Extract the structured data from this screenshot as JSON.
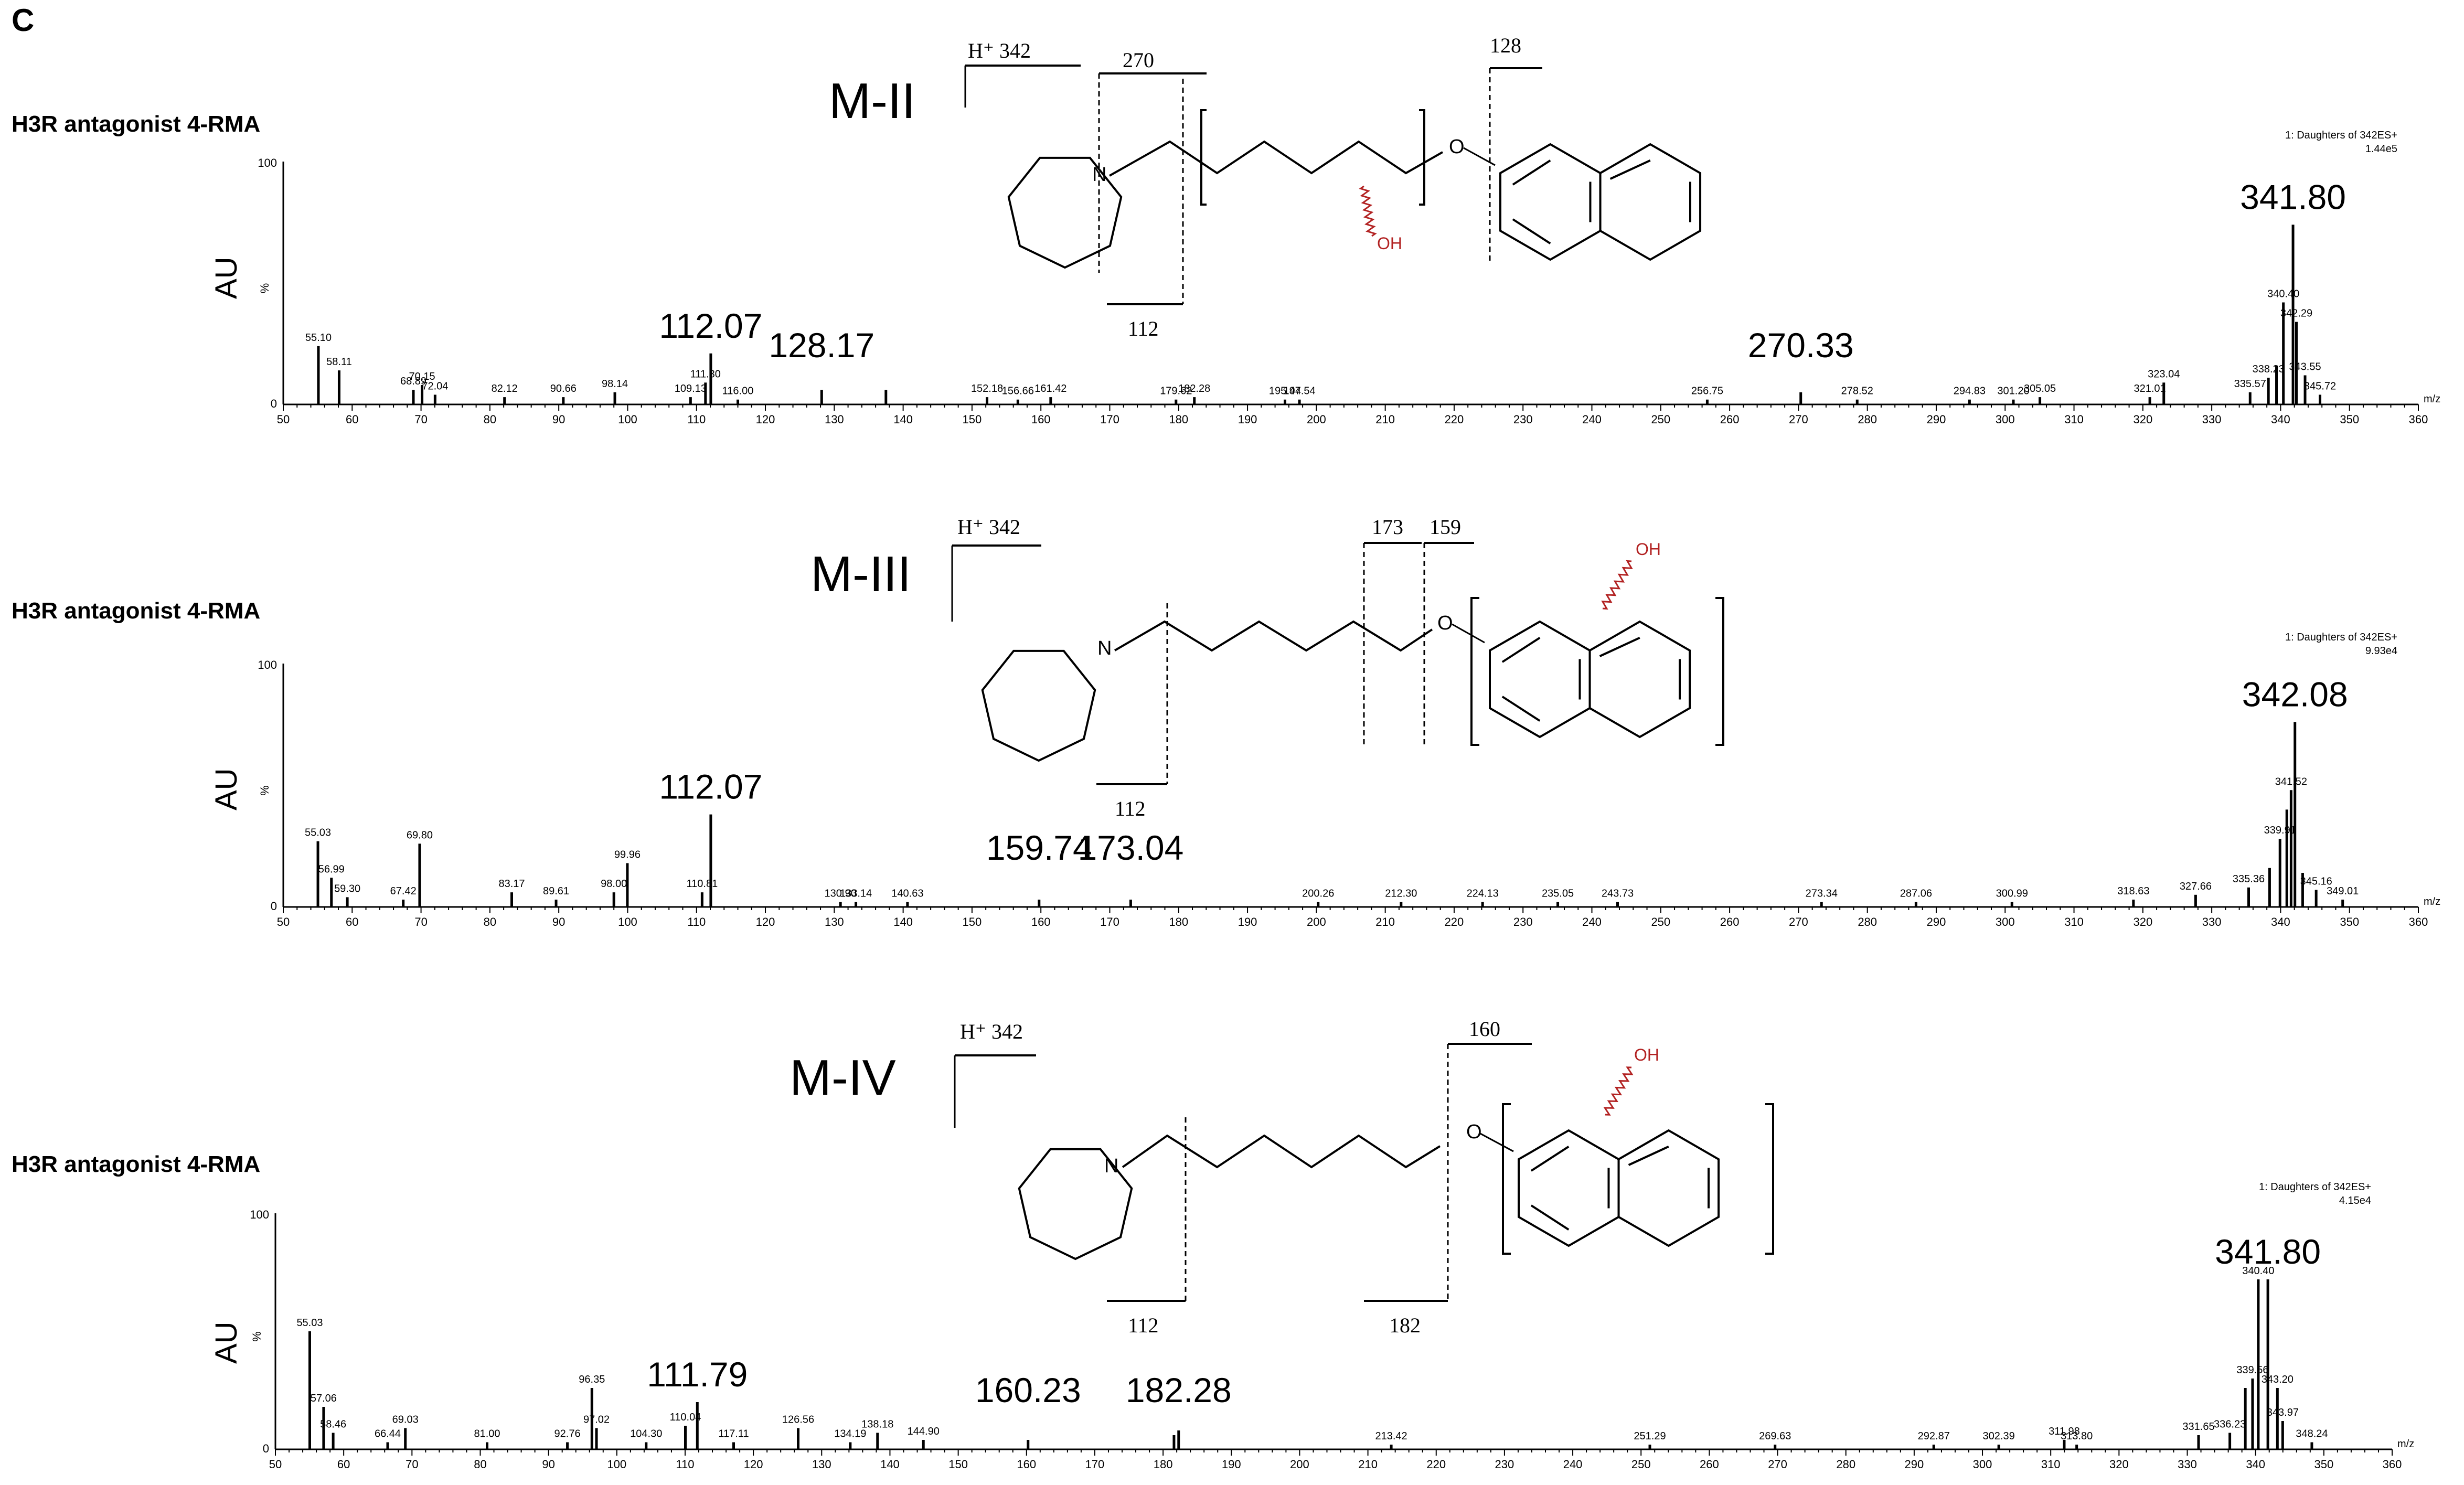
{
  "panel_letter": "C",
  "chart_data": [
    {
      "type": "bar",
      "sample": "H3R antagonist 4-RMA",
      "metabolite": "M-II",
      "ylabel": "AU",
      "y_axis_top": "100",
      "y_axis_bottom": "0",
      "y_percent_sign": "%",
      "x_unit": "m/z",
      "info_line1": "1: Daughters of 342ES+",
      "info_line2": "1.44e5",
      "xlim": [
        50,
        360
      ],
      "ylim": [
        0,
        100
      ],
      "x_ticks": [
        "50",
        "60",
        "70",
        "80",
        "90",
        "100",
        "110",
        "120",
        "130",
        "140",
        "150",
        "160",
        "170",
        "180",
        "190",
        "200",
        "210",
        "220",
        "230",
        "240",
        "250",
        "260",
        "270",
        "280",
        "290",
        "300",
        "310",
        "320",
        "330",
        "340",
        "350",
        "360"
      ],
      "peaks": [
        {
          "x": 55.1,
          "y": 24,
          "label": "55.10"
        },
        {
          "x": 58.11,
          "y": 14,
          "label": "58.11"
        },
        {
          "x": 68.89,
          "y": 6,
          "label": "68.89"
        },
        {
          "x": 70.15,
          "y": 8,
          "label": "70.15"
        },
        {
          "x": 72.04,
          "y": 4,
          "label": "72.04"
        },
        {
          "x": 82.12,
          "y": 3,
          "label": "82.12"
        },
        {
          "x": 90.66,
          "y": 3,
          "label": "90.66"
        },
        {
          "x": 98.14,
          "y": 5,
          "label": "98.14"
        },
        {
          "x": 109.13,
          "y": 3,
          "label": "109.13"
        },
        {
          "x": 111.3,
          "y": 9,
          "label": "111.30"
        },
        {
          "x": 112.07,
          "y": 21
        },
        {
          "x": 116.0,
          "y": 2,
          "label": "116.00"
        },
        {
          "x": 128.17,
          "y": 6
        },
        {
          "x": 137.5,
          "y": 6
        },
        {
          "x": 152.18,
          "y": 3,
          "label": "152.18"
        },
        {
          "x": 156.66,
          "y": 2,
          "label": "156.66"
        },
        {
          "x": 161.42,
          "y": 3,
          "label": "161.42"
        },
        {
          "x": 179.62,
          "y": 2,
          "label": "179.62"
        },
        {
          "x": 182.28,
          "y": 3,
          "label": "182.28"
        },
        {
          "x": 195.44,
          "y": 2,
          "label": "195.44"
        },
        {
          "x": 197.54,
          "y": 2,
          "label": "197.54"
        },
        {
          "x": 256.75,
          "y": 2,
          "label": "256.75"
        },
        {
          "x": 270.33,
          "y": 5
        },
        {
          "x": 278.52,
          "y": 2,
          "label": "278.52"
        },
        {
          "x": 294.83,
          "y": 2,
          "label": "294.83"
        },
        {
          "x": 301.2,
          "y": 2,
          "label": "301.20"
        },
        {
          "x": 305.05,
          "y": 3,
          "label": "305.05"
        },
        {
          "x": 321.01,
          "y": 3,
          "label": "321.01"
        },
        {
          "x": 323.04,
          "y": 9,
          "label": "323.04"
        },
        {
          "x": 335.57,
          "y": 5,
          "label": "335.57"
        },
        {
          "x": 338.23,
          "y": 11,
          "label": "338.23"
        },
        {
          "x": 339.4,
          "y": 16
        },
        {
          "x": 340.4,
          "y": 42,
          "label": "340.40"
        },
        {
          "x": 341.8,
          "y": 74
        },
        {
          "x": 342.29,
          "y": 34,
          "label": "342.29"
        },
        {
          "x": 343.55,
          "y": 12,
          "label": "343.55"
        },
        {
          "x": 345.72,
          "y": 4,
          "label": "345.72"
        }
      ],
      "annotations": [
        {
          "x": 112.07,
          "text": "112.07"
        },
        {
          "x": 128.17,
          "text": "128.17"
        },
        {
          "x": 270.33,
          "text": "270.33"
        },
        {
          "x": 341.8,
          "text": "341.80"
        }
      ]
    },
    {
      "type": "bar",
      "sample": "H3R antagonist 4-RMA",
      "metabolite": "M-III",
      "ylabel": "AU",
      "y_axis_top": "100",
      "y_axis_bottom": "0",
      "y_percent_sign": "%",
      "x_unit": "m/z",
      "info_line1": "1: Daughters of 342ES+",
      "info_line2": "9.93e4",
      "xlim": [
        50,
        360
      ],
      "ylim": [
        0,
        100
      ],
      "x_ticks": [
        "50",
        "60",
        "70",
        "80",
        "90",
        "100",
        "110",
        "120",
        "130",
        "140",
        "150",
        "160",
        "170",
        "180",
        "190",
        "200",
        "210",
        "220",
        "230",
        "240",
        "250",
        "260",
        "270",
        "280",
        "290",
        "300",
        "310",
        "320",
        "330",
        "340",
        "350",
        "360"
      ],
      "peaks": [
        {
          "x": 55.03,
          "y": 27,
          "label": "55.03"
        },
        {
          "x": 56.99,
          "y": 12,
          "label": "56.99"
        },
        {
          "x": 59.3,
          "y": 4,
          "label": "59.30"
        },
        {
          "x": 67.42,
          "y": 3,
          "label": "67.42"
        },
        {
          "x": 69.8,
          "y": 26,
          "label": "69.80"
        },
        {
          "x": 83.17,
          "y": 6,
          "label": "83.17"
        },
        {
          "x": 89.61,
          "y": 3,
          "label": "89.61"
        },
        {
          "x": 98.0,
          "y": 6,
          "label": "98.00"
        },
        {
          "x": 99.96,
          "y": 18,
          "label": "99.96"
        },
        {
          "x": 110.81,
          "y": 6,
          "label": "110.81"
        },
        {
          "x": 112.07,
          "y": 38
        },
        {
          "x": 130.9,
          "y": 2,
          "label": "130.90"
        },
        {
          "x": 133.14,
          "y": 2,
          "label": "133.14"
        },
        {
          "x": 140.63,
          "y": 2,
          "label": "140.63"
        },
        {
          "x": 159.74,
          "y": 3
        },
        {
          "x": 173.04,
          "y": 3
        },
        {
          "x": 200.26,
          "y": 2,
          "label": "200.26"
        },
        {
          "x": 212.3,
          "y": 2,
          "label": "212.30"
        },
        {
          "x": 224.13,
          "y": 2,
          "label": "224.13"
        },
        {
          "x": 235.05,
          "y": 2,
          "label": "235.05"
        },
        {
          "x": 243.73,
          "y": 2,
          "label": "243.73"
        },
        {
          "x": 273.34,
          "y": 2,
          "label": "273.34"
        },
        {
          "x": 287.06,
          "y": 2,
          "label": "287.06"
        },
        {
          "x": 300.99,
          "y": 2,
          "label": "300.99"
        },
        {
          "x": 318.63,
          "y": 3,
          "label": "318.63"
        },
        {
          "x": 327.66,
          "y": 5,
          "label": "327.66"
        },
        {
          "x": 335.36,
          "y": 8,
          "label": "335.36"
        },
        {
          "x": 338.4,
          "y": 16
        },
        {
          "x": 339.91,
          "y": 28,
          "label": "339.91"
        },
        {
          "x": 340.9,
          "y": 40
        },
        {
          "x": 341.52,
          "y": 48,
          "label": "341.52"
        },
        {
          "x": 342.08,
          "y": 76
        },
        {
          "x": 343.2,
          "y": 14
        },
        {
          "x": 345.16,
          "y": 7,
          "label": "345.16"
        },
        {
          "x": 349.01,
          "y": 3,
          "label": "349.01"
        }
      ],
      "annotations": [
        {
          "x": 112.07,
          "text": "112.07"
        },
        {
          "x": 159.74,
          "text": "159.74"
        },
        {
          "x": 173.04,
          "text": "173.04"
        },
        {
          "x": 342.08,
          "text": "342.08"
        }
      ]
    },
    {
      "type": "bar",
      "sample": "H3R antagonist 4-RMA",
      "metabolite": "M-IV",
      "ylabel": "AU",
      "y_axis_top": "100",
      "y_axis_bottom": "0",
      "y_percent_sign": "%",
      "x_unit": "m/z",
      "info_line1": "1: Daughters of 342ES+",
      "info_line2": "4.15e4",
      "xlim": [
        50,
        360
      ],
      "ylim": [
        0,
        100
      ],
      "x_ticks": [
        "50",
        "60",
        "70",
        "80",
        "90",
        "100",
        "110",
        "120",
        "130",
        "140",
        "150",
        "160",
        "170",
        "180",
        "190",
        "200",
        "210",
        "220",
        "230",
        "240",
        "250",
        "260",
        "270",
        "280",
        "290",
        "300",
        "310",
        "320",
        "330",
        "340",
        "350",
        "360"
      ],
      "peaks": [
        {
          "x": 55.03,
          "y": 50,
          "label": "55.03"
        },
        {
          "x": 57.06,
          "y": 18,
          "label": "57.06"
        },
        {
          "x": 58.46,
          "y": 7,
          "label": "58.46"
        },
        {
          "x": 66.44,
          "y": 3,
          "label": "66.44"
        },
        {
          "x": 69.03,
          "y": 9,
          "label": "69.03"
        },
        {
          "x": 81.0,
          "y": 3,
          "label": "81.00"
        },
        {
          "x": 92.76,
          "y": 3,
          "label": "92.76"
        },
        {
          "x": 96.35,
          "y": 26,
          "label": "96.35"
        },
        {
          "x": 97.02,
          "y": 9,
          "label": "97.02"
        },
        {
          "x": 104.3,
          "y": 3,
          "label": "104.30"
        },
        {
          "x": 110.04,
          "y": 10,
          "label": "110.04"
        },
        {
          "x": 111.79,
          "y": 20
        },
        {
          "x": 117.11,
          "y": 3,
          "label": "117.11"
        },
        {
          "x": 126.56,
          "y": 9,
          "label": "126.56"
        },
        {
          "x": 134.19,
          "y": 3,
          "label": "134.19"
        },
        {
          "x": 138.18,
          "y": 7,
          "label": "138.18"
        },
        {
          "x": 144.9,
          "y": 4,
          "label": "144.90"
        },
        {
          "x": 160.23,
          "y": 4
        },
        {
          "x": 181.6,
          "y": 6
        },
        {
          "x": 182.28,
          "y": 8
        },
        {
          "x": 213.42,
          "y": 2,
          "label": "213.42"
        },
        {
          "x": 251.29,
          "y": 2,
          "label": "251.29"
        },
        {
          "x": 269.63,
          "y": 2,
          "label": "269.63"
        },
        {
          "x": 292.87,
          "y": 2,
          "label": "292.87"
        },
        {
          "x": 302.39,
          "y": 2,
          "label": "302.39"
        },
        {
          "x": 311.98,
          "y": 4,
          "label": "311.98"
        },
        {
          "x": 313.8,
          "y": 2,
          "label": "313.80"
        },
        {
          "x": 331.65,
          "y": 6,
          "label": "331.65"
        },
        {
          "x": 336.23,
          "y": 7,
          "label": "336.23"
        },
        {
          "x": 338.5,
          "y": 26
        },
        {
          "x": 339.56,
          "y": 30,
          "label": "339.56"
        },
        {
          "x": 340.4,
          "y": 72,
          "label": "340.40"
        },
        {
          "x": 341.8,
          "y": 72
        },
        {
          "x": 343.2,
          "y": 26,
          "label": "343.20"
        },
        {
          "x": 343.97,
          "y": 12,
          "label": "343.97"
        },
        {
          "x": 348.24,
          "y": 3,
          "label": "348.24"
        }
      ],
      "annotations": [
        {
          "x": 111.79,
          "text": "111.79"
        },
        {
          "x": 160.23,
          "text": "160.23"
        },
        {
          "x": 182.28,
          "text": "182.28"
        },
        {
          "x": 341.8,
          "text": "341.80"
        }
      ]
    }
  ],
  "structures": [
    {
      "metabolite": "M-II",
      "precursor": "H⁺ 342",
      "frag_labels": [
        "270",
        "128",
        "112"
      ],
      "oh_label": "OH",
      "n_label": "N",
      "o_label": "O"
    },
    {
      "metabolite": "M-III",
      "precursor": "H⁺ 342",
      "frag_labels": [
        "173",
        "159",
        "112"
      ],
      "oh_label": "OH",
      "n_label": "N",
      "o_label": "O"
    },
    {
      "metabolite": "M-IV",
      "precursor": "H⁺ 342",
      "frag_labels": [
        "160",
        "112",
        "182"
      ],
      "oh_label": "OH",
      "n_label": "N",
      "o_label": "O"
    }
  ],
  "colors": {
    "ink": "#000000",
    "oh": "#b22222"
  }
}
